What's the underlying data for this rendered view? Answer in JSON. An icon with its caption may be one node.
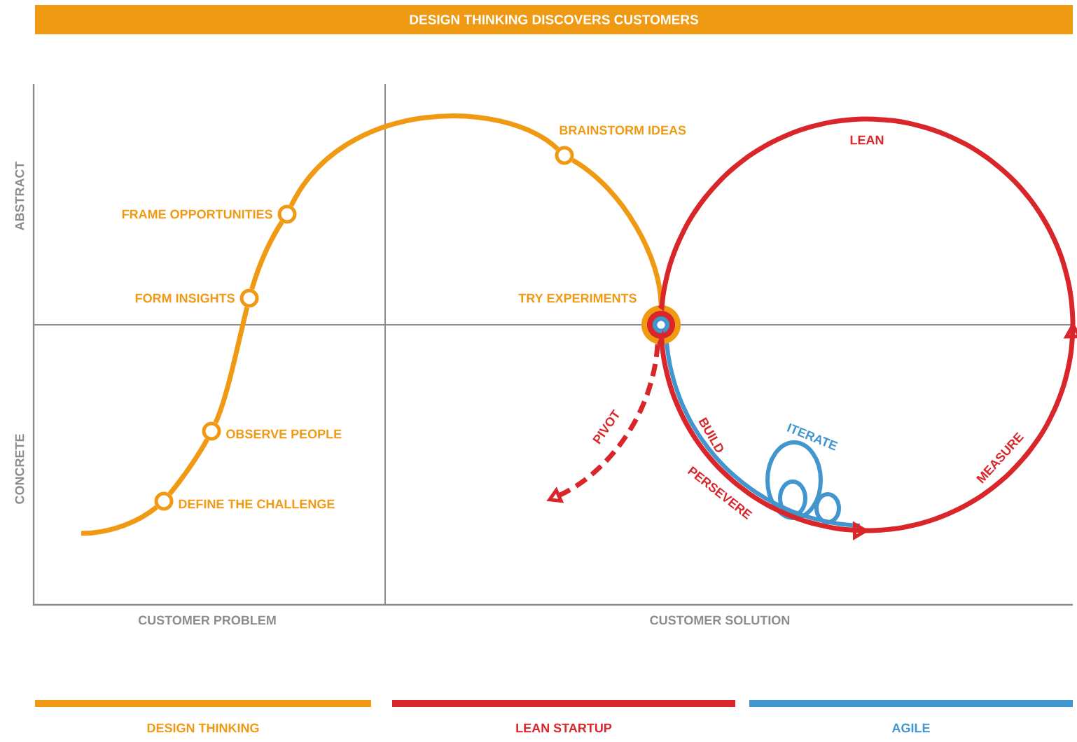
{
  "diagram": {
    "title": "DESIGN THINKING DISCOVERS CUSTOMERS",
    "nodes": [
      {
        "text": [
          "DEFINE THE CHALLENGE"
        ]
      },
      {
        "text": [
          "OBSERVE PEOPLE"
        ]
      },
      {
        "text": [
          "FORM INSIGHTS"
        ]
      },
      {
        "text": [
          "FRAME OPPORTUNITIES"
        ]
      },
      {
        "text": [
          "BRAINSTORM IDEAS"
        ]
      },
      {
        "text": [
          "TRY EXPERIMENTS"
        ]
      }
    ],
    "edges": [
      {
        "from": null,
        "to": 0,
        "arrow": "none"
      },
      {
        "from": 0,
        "to": 1,
        "arrow": "none"
      },
      {
        "from": 1,
        "to": 2,
        "arrow": "none"
      },
      {
        "from": 2,
        "to": 3,
        "arrow": "none"
      },
      {
        "from": 3,
        "to": 4,
        "arrow": "none"
      },
      {
        "from": 4,
        "to": 5,
        "arrow": "none"
      },
      {
        "from": 5,
        "to": null,
        "arrow": "to",
        "label": "PIVOT",
        "style": "dashed",
        "color": "#d9262b"
      },
      {
        "from": 5,
        "to": 5,
        "arrow": "to",
        "color": "#d9262b"
      }
    ],
    "labels": [
      "ABSTRACT",
      "LEAN",
      "CONCRETE",
      "BUILD",
      "ITERATE",
      "PERSEVERE",
      "MEASURE",
      "CUSTOMER PROBLEM",
      "CUSTOMER SOLUTION"
    ],
    "legend": [
      {
        "text": "DESIGN THINKING",
        "color": "#f09a14"
      },
      {
        "text": "LEAN STARTUP",
        "color": "#d9262b"
      },
      {
        "text": "AGILE",
        "color": "#4196cf"
      }
    ]
  }
}
